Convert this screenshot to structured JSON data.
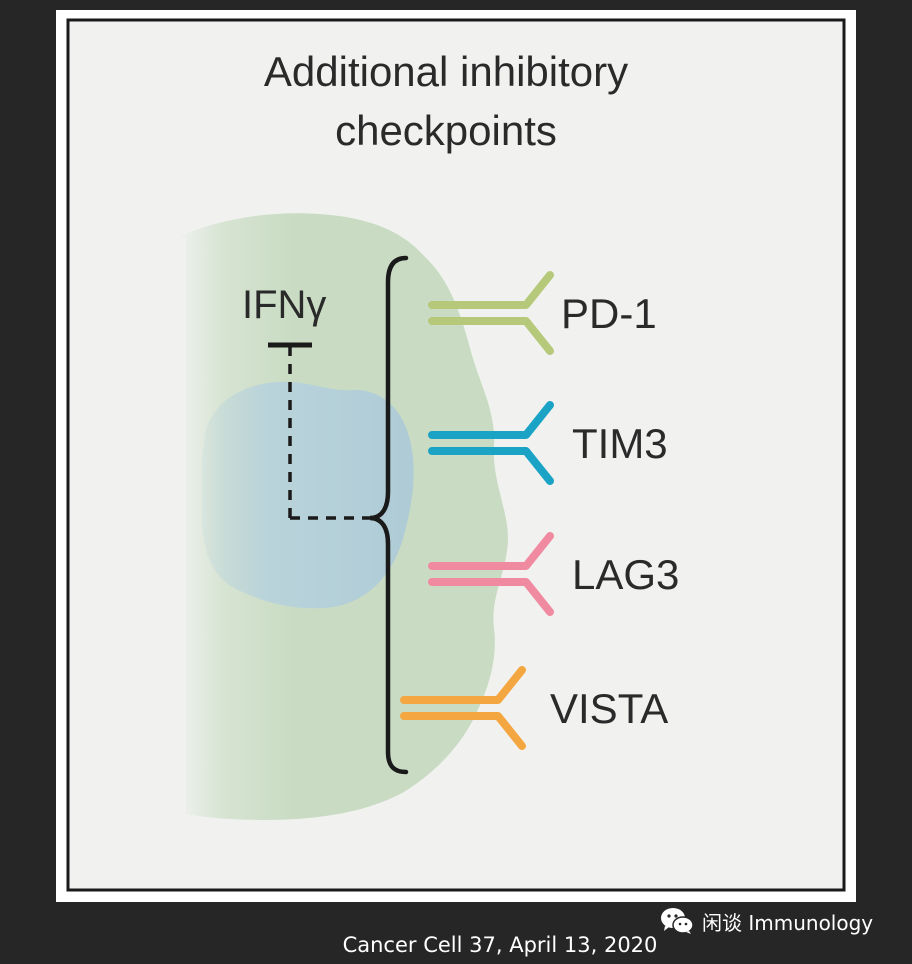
{
  "figure": {
    "title_line1": "Additional inhibitory",
    "title_line2": "checkpoints",
    "cytokine_label": "IFNγ",
    "receptors": [
      {
        "label": "PD-1",
        "color": "#b6c97a"
      },
      {
        "label": "TIM3",
        "color": "#1ba3c6"
      },
      {
        "label": "LAG3",
        "color": "#f08aa0"
      },
      {
        "label": "VISTA",
        "color": "#f4a640"
      }
    ],
    "colors": {
      "cell_body": "#c9dcc3",
      "nucleus": "#b9d3dc",
      "panel_background": "#f1f2f0",
      "frame": "#1a1a1a"
    }
  },
  "caption": {
    "citation": "Cancer Cell 37, April 13, 2020"
  },
  "watermark": {
    "icon": "wechat-icon",
    "text": "闲谈 Immunology"
  }
}
